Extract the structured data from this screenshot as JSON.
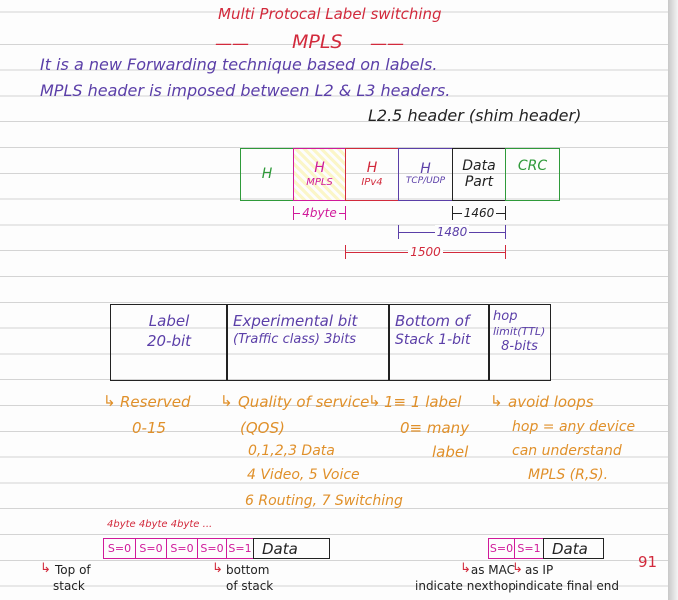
{
  "title": "Multi Protocal Label switching",
  "subtitle": "MPLS",
  "intro": [
    "It is a new Forwarding technique based on labels.",
    "MPLS header is imposed between L2 & L3 headers."
  ],
  "shim_note": "L2.5 header (shim header)",
  "packet": {
    "cells": [
      {
        "top": "H",
        "bottom": ""
      },
      {
        "top": "H",
        "bottom": "MPLS"
      },
      {
        "top": "H",
        "bottom": "IPv4"
      },
      {
        "top": "H",
        "bottom": "TCP/UDP"
      },
      {
        "top": "Data",
        "bottom": "Part"
      },
      {
        "top": "CRC",
        "bottom": ""
      }
    ],
    "mpls_size": "4byte",
    "dims": [
      "1460",
      "1480",
      "1500"
    ]
  },
  "header_fields": [
    {
      "name": "Label",
      "size": "20-bit"
    },
    {
      "name": "Experimental bit",
      "size": "(Traffic class) 3bits"
    },
    {
      "name": "Bottom of",
      "size": "Stack 1-bit"
    },
    {
      "name": "hop",
      "size": "limit(TTL)",
      "extra": "8-bits"
    }
  ],
  "notes": {
    "label": [
      "Reserved",
      "0-15"
    ],
    "exp": [
      "Quality of service",
      "(QOS)",
      "0,1,2,3 Data",
      "4 Video, 5 Voice",
      "6 Routing, 7 Switching"
    ],
    "bos": [
      "1≡ 1 label",
      "0≡ many",
      "label"
    ],
    "ttl": [
      "avoid loops",
      "hop = any device",
      "can understand",
      "MPLS (R,S)."
    ]
  },
  "stack": {
    "sizes": "4byte 4byte 4byte ...",
    "left": [
      "S=0",
      "S=0",
      "S=0",
      "S=0",
      "S=1",
      "Data"
    ],
    "right": [
      "S=0",
      "S=1",
      "Data"
    ],
    "top_label": [
      "Top of",
      "stack"
    ],
    "bottom_label": [
      "bottom",
      "of stack"
    ],
    "mac_label": [
      "as MAC",
      "indicate nexthop"
    ],
    "ip_label": [
      "as IP",
      "indicate final end"
    ]
  },
  "page_number": "91",
  "colors": {
    "title": "#d22a3c",
    "text": "#5b3fa8",
    "notes": "#e0902a",
    "mpls": "#d01a9a",
    "frame": "#2f9a3a"
  }
}
